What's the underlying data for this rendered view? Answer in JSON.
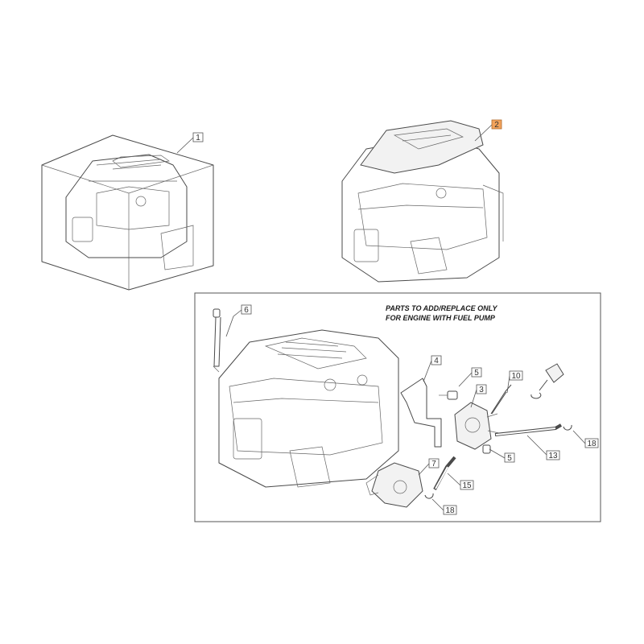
{
  "note": {
    "line1": "PARTS TO ADD/REPLACE ONLY",
    "line2": "FOR ENGINE WITH FUEL PUMP"
  },
  "callouts": [
    {
      "id": "c1",
      "label": "1",
      "highlight": false
    },
    {
      "id": "c2",
      "label": "2",
      "highlight": true
    },
    {
      "id": "c6",
      "label": "6",
      "highlight": false
    },
    {
      "id": "c4",
      "label": "4",
      "highlight": false
    },
    {
      "id": "c5a",
      "label": "5",
      "highlight": false
    },
    {
      "id": "c3",
      "label": "3",
      "highlight": false
    },
    {
      "id": "c10",
      "label": "10",
      "highlight": false
    },
    {
      "id": "c18a",
      "label": "18",
      "highlight": false
    },
    {
      "id": "c5b",
      "label": "5",
      "highlight": false
    },
    {
      "id": "c13",
      "label": "13",
      "highlight": false
    },
    {
      "id": "c7",
      "label": "7",
      "highlight": false
    },
    {
      "id": "c15",
      "label": "15",
      "highlight": false
    },
    {
      "id": "c18b",
      "label": "18",
      "highlight": false
    }
  ],
  "colors": {
    "highlight_fill": "#f2a35c",
    "highlight_stroke": "#b06a2a",
    "box_stroke": "#555555",
    "line": "#4a4a4a"
  }
}
